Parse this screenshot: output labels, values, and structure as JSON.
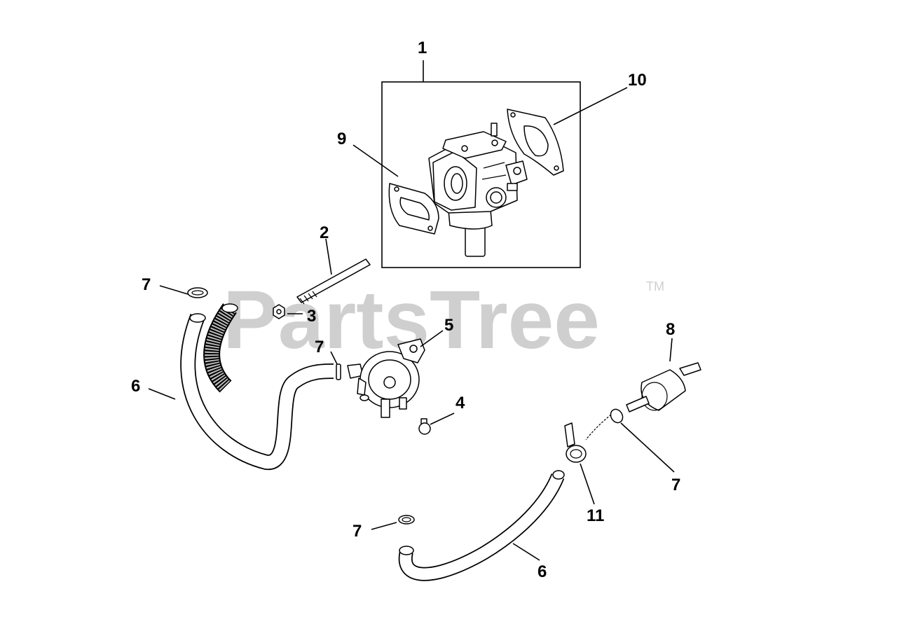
{
  "watermark": {
    "brand": "PartsTree",
    "trademark": "TM"
  },
  "callouts": [
    {
      "id": "callout-1",
      "label": "1"
    },
    {
      "id": "callout-10",
      "label": "10"
    },
    {
      "id": "callout-9",
      "label": "9"
    },
    {
      "id": "callout-2",
      "label": "2"
    },
    {
      "id": "callout-7-clamp-upper-left",
      "label": "7"
    },
    {
      "id": "callout-3",
      "label": "3"
    },
    {
      "id": "callout-5",
      "label": "5"
    },
    {
      "id": "callout-8",
      "label": "8"
    },
    {
      "id": "callout-7-clip-pump",
      "label": "7"
    },
    {
      "id": "callout-6-upper",
      "label": "6"
    },
    {
      "id": "callout-4",
      "label": "4"
    },
    {
      "id": "callout-7-clamp-filter",
      "label": "7"
    },
    {
      "id": "callout-11",
      "label": "11"
    },
    {
      "id": "callout-7-clamp-lower",
      "label": "7"
    },
    {
      "id": "callout-6-lower",
      "label": "6"
    }
  ],
  "colors": {
    "line": "#000000",
    "watermark": "#cfcfcf",
    "background": "#ffffff"
  }
}
